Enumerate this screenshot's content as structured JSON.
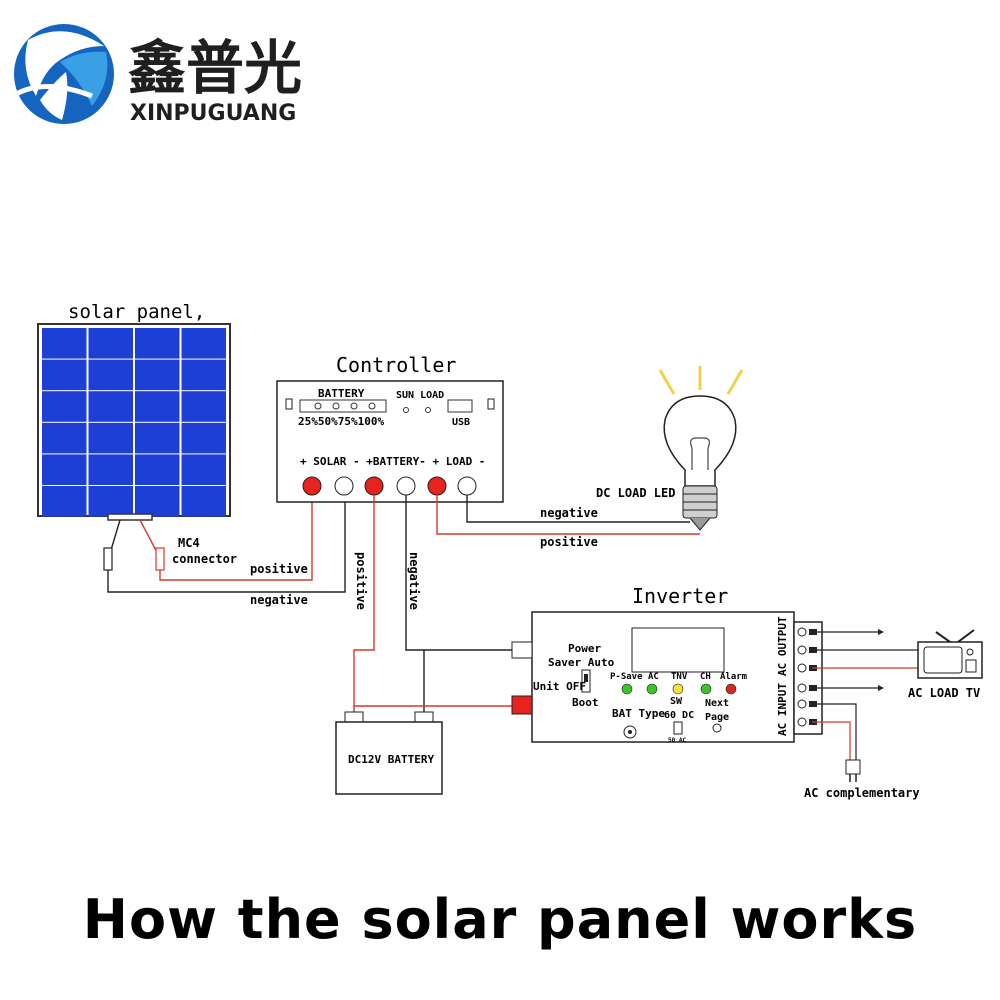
{
  "brand": {
    "name_cn": "鑫普光",
    "name_en": "XINPUGUANG",
    "colors": {
      "blue": "#1565c0",
      "sky": "#39a0e6",
      "text": "#1f1f1f"
    }
  },
  "caption": "How the solar panel works",
  "components": {
    "solar_panel": {
      "label": "solar panel,"
    },
    "mc4": {
      "line1": "MC4",
      "line2": "connector"
    },
    "controller": {
      "title": "Controller",
      "battery_label": "BATTERY",
      "sun_load_label": "SUN LOAD",
      "levels": "25%50%75%100%",
      "usb": "USB",
      "terminals": "+ SOLAR - +BATTERY- + LOAD -"
    },
    "lamp": {
      "label": "DC LOAD LED"
    },
    "inverter": {
      "title": "Inverter",
      "power": "Power",
      "saver_auto": "Saver Auto",
      "unit_off": "Unit OFF",
      "boot": "Boot",
      "p_save": "P-Save",
      "ac": "AC",
      "tnv": "TNV",
      "ch": "CH",
      "alarm": "Alarm",
      "sw": "SW",
      "next": "Next",
      "page": "Page",
      "bat_type": "BAT Type",
      "hz": "60 DC",
      "small_switch": "50 AC",
      "ac_input": "AC INPUT",
      "ac_output": "AC OUTPUT"
    },
    "battery": {
      "label": "DC12V BATTERY"
    },
    "tv": {
      "label": "AC LOAD TV"
    },
    "ac_comp": {
      "label": "AC complementary"
    }
  },
  "wires": {
    "positive": "positive",
    "negative": "negative"
  },
  "icons": [
    "globe-logo-icon",
    "lightbulb-icon",
    "tv-icon",
    "plug-icon",
    "solar-panel-icon",
    "battery-icon"
  ]
}
